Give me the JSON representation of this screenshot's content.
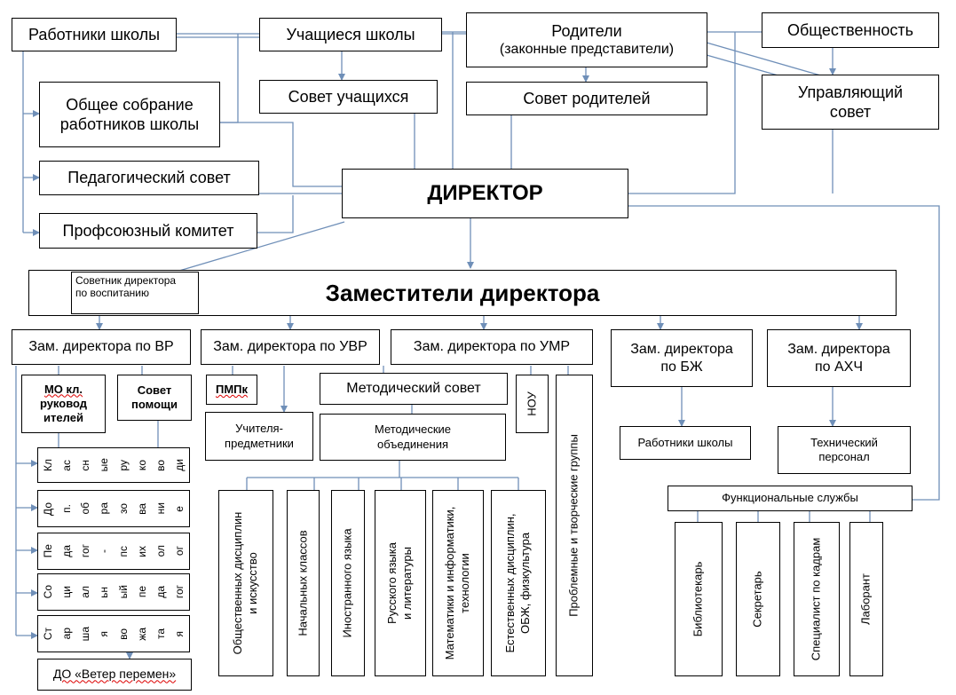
{
  "top": {
    "school_workers": "Работники школы",
    "students": "Учащиеся школы",
    "parents_line1": "Родители",
    "parents_line2": "(законные представители)",
    "public": "Общественность"
  },
  "councils": {
    "student_council": "Совет учащихся",
    "parent_council": "Совет родителей",
    "governing_line1": "Управляющий",
    "governing_line2": "совет",
    "general_meeting_line1": "Общее собрание",
    "general_meeting_line2": "работников школы",
    "pedagogical": "Педагогический  совет",
    "union": "Профсоюзный комитет"
  },
  "director": "ДИРЕКТОР",
  "deputies": {
    "title": "Заместители директора",
    "adviser_line1": "Советник директора",
    "adviser_line2": "по воспитанию",
    "vr": "Зам. директора по ВР",
    "uvr": "Зам. директора по УВР",
    "umr": "Зам. директора по УМР",
    "bzh_line1": "Зам. директора",
    "bzh_line2": "по БЖ",
    "ahch_line1": "Зам. директора",
    "ahch_line2": "по АХЧ"
  },
  "vr_branch": {
    "mo_line1": "МО кл.",
    "mo_line2": "руковод",
    "mo_line3": "ителей",
    "help_line1": "Совет",
    "help_line2": "помощи",
    "rows": [
      [
        "Кл",
        "ас",
        "сн",
        "ые",
        "ру",
        "ко",
        "во",
        "ди"
      ],
      [
        "До",
        "п.",
        "об",
        "ра",
        "зо",
        "ва",
        "ни",
        "е"
      ],
      [
        "Пе",
        "да",
        "гог",
        "-",
        "пс",
        "их",
        "ол",
        "ог"
      ],
      [
        "Со",
        "ци",
        "ал",
        "ьн",
        "ый",
        "пе",
        "да",
        "гог"
      ],
      [
        "Ст",
        "ар",
        "ша",
        "я",
        "во",
        "жа",
        "та",
        "я"
      ]
    ],
    "veter": "ДО «Ветер перемен»"
  },
  "uvr_branch": {
    "pmpk": "ПМПк",
    "method_council": "Методический совет",
    "teachers_line1": "Учителя-",
    "teachers_line2": "предметники",
    "method_assoc_line1": "Методические",
    "method_assoc_line2": "объединения",
    "nou": "НОУ",
    "problem_groups": "Проблемные  и творческие группы"
  },
  "subjects": [
    {
      "line1": "Общественных дисциплин",
      "line2": "и искусство"
    },
    {
      "line1": "Начальных классов",
      "line2": ""
    },
    {
      "line1": "Иностранного языка",
      "line2": ""
    },
    {
      "line1": "Русского языка",
      "line2": "и литературы"
    },
    {
      "line1": "Математики и информатики,",
      "line2": "технологии"
    },
    {
      "line1": "Естественных дисциплин,",
      "line2": "ОБЖ, физкультура"
    }
  ],
  "bzh_branch": {
    "workers": "Работники школы"
  },
  "ahch_branch": {
    "tech_line1": "Технический",
    "tech_line2": "персонал"
  },
  "services": {
    "title": "Функциональные службы",
    "items": [
      "Библиотекарь",
      "Секретарь",
      "Специалист по кадрам",
      "Лаборант"
    ]
  },
  "colors": {
    "connector": "#6f8fb8",
    "border": "#000000"
  }
}
